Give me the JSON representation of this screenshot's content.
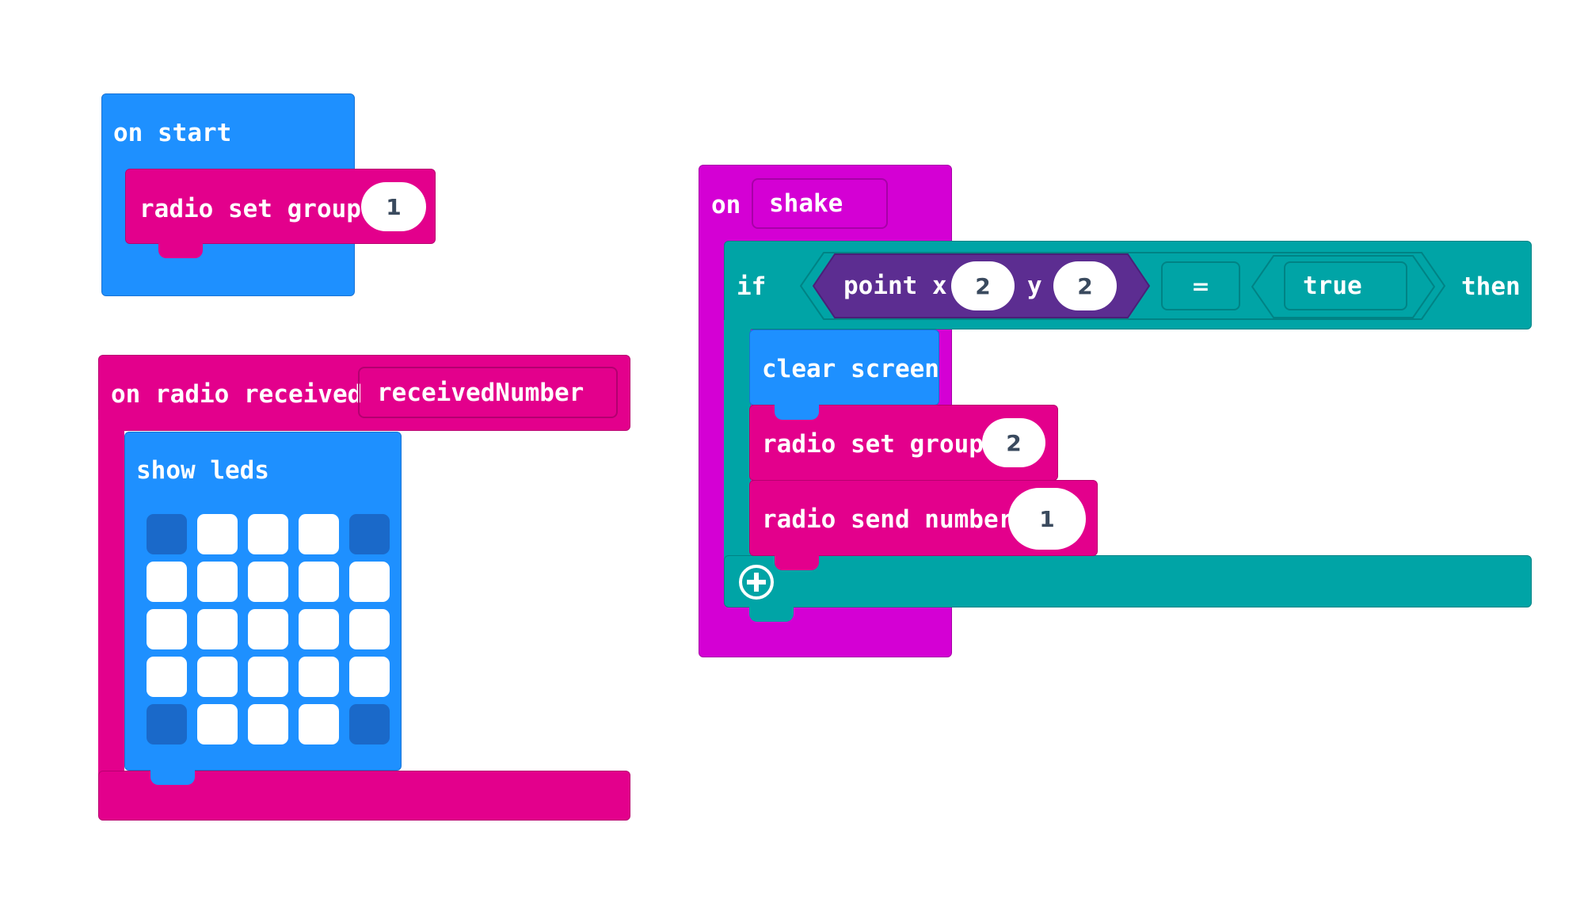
{
  "colors": {
    "basic": "#1e90ff",
    "radio": "#e3008c",
    "input": "#d400d4",
    "logic": "#00a4a6",
    "led_purple": "#5c2d91",
    "led_off": "#1a69c9"
  },
  "on_start": {
    "label": "on start",
    "radio_set_group": {
      "label": "radio set group",
      "value": "1"
    }
  },
  "on_radio_received": {
    "label": "on radio received",
    "param": "receivedNumber",
    "show_leds": {
      "label": "show leds",
      "grid": [
        [
          0,
          1,
          1,
          1,
          0
        ],
        [
          1,
          1,
          1,
          1,
          1
        ],
        [
          1,
          1,
          1,
          1,
          1
        ],
        [
          1,
          1,
          1,
          1,
          1
        ],
        [
          0,
          1,
          1,
          1,
          0
        ]
      ]
    }
  },
  "on_gesture": {
    "label_on": "on",
    "gesture": "shake",
    "if_block": {
      "label_if": "if",
      "point_label": "point x",
      "x_value": "2",
      "y_label": "y",
      "y_value": "2",
      "operator": "=",
      "bool_value": "true",
      "label_then": "then",
      "add_icon": "plus-circle-icon"
    },
    "clear_screen": {
      "label": "clear screen"
    },
    "radio_set_group": {
      "label": "radio set group",
      "value": "2"
    },
    "radio_send_number": {
      "label": "radio send number",
      "value": "1"
    }
  }
}
